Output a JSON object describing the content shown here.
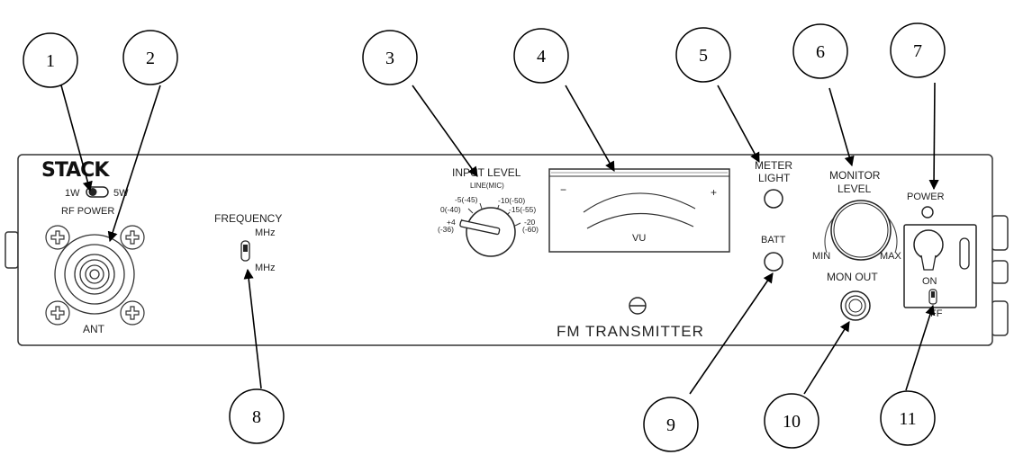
{
  "panel": {
    "brand": "STACK",
    "power_1w": "1W",
    "power_5w": "5W",
    "rf_power": "RF  POWER",
    "ant": "ANT",
    "frequency": "FREQUENCY",
    "mhz_top": "MHz",
    "mhz_bottom": "MHz",
    "input_level": "INPUT  LEVEL",
    "line_mic": "LINE(MIC)",
    "scale": {
      "s1": "-5(-45)",
      "s2": "-10(-50)",
      "s3": "0(-40)",
      "s4": "-15(-55)",
      "s5": "+4",
      "s6": "(-36)",
      "s7": "-20",
      "s8": "(-60)"
    },
    "vu": "VU",
    "vu_minus": "−",
    "vu_plus": "+",
    "meter_light_1": "METER",
    "meter_light_2": "LIGHT",
    "batt": "BATT",
    "monitor_level_1": "MONITOR",
    "monitor_level_2": "LEVEL",
    "min": "MIN",
    "max": "MAX",
    "mon_out": "MON  OUT",
    "power": "POWER",
    "on": "ON",
    "off": "FF",
    "fm_transmitter": "FM  TRANSMITTER"
  },
  "callouts": [
    "1",
    "2",
    "3",
    "4",
    "5",
    "6",
    "7",
    "8",
    "9",
    "10",
    "11"
  ]
}
